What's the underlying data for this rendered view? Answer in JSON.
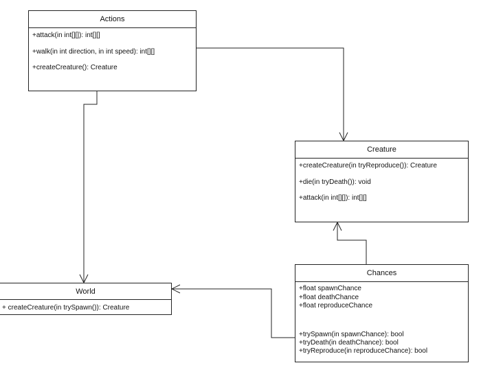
{
  "actions": {
    "title": "Actions",
    "methods": [
      "+attack(in int[][]): int[][]",
      "+walk(in int direction, in int speed): int[][]",
      "+createCreature(): Creature"
    ]
  },
  "creature": {
    "title": "Creature",
    "methods": [
      "+createCreature(in tryReproduce()): Creature",
      "+die(in tryDeath()): void",
      "+attack(in int[][]): int[][]"
    ]
  },
  "world": {
    "title": "World",
    "methods": [
      "+ createCreature(in trySpawn()): Creature"
    ]
  },
  "chances": {
    "title": "Chances",
    "attributes": [
      "+float spawnChance",
      "+float deathChance",
      "+float reproduceChance"
    ],
    "methods": [
      "+trySpawn(in spawnChance): bool",
      "+tryDeath(in deathChance): bool",
      "+tryReproduce(in reproduceChance): bool"
    ]
  }
}
